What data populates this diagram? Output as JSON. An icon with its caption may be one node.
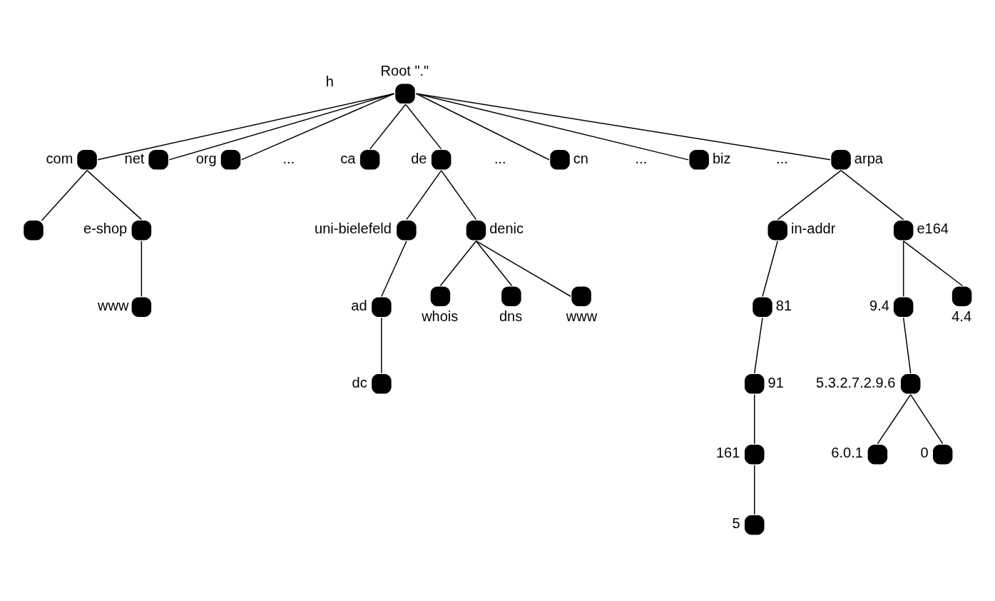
{
  "diagram": {
    "nodes": [
      {
        "text": [],
        "shape": "circle",
        "beside": [
          "Root \".\""
        ]
      },
      {
        "text": [],
        "shape": "circle",
        "beside": [
          "com"
        ]
      },
      {
        "text": [],
        "shape": "circle",
        "beside": [
          "net"
        ]
      },
      {
        "text": [],
        "shape": "circle",
        "beside": [
          "org"
        ]
      },
      {
        "text": [],
        "shape": "circle",
        "beside": [
          "ca"
        ]
      },
      {
        "text": [],
        "shape": "circle",
        "beside": [
          "de"
        ]
      },
      {
        "text": [],
        "shape": "circle",
        "beside": [
          "cn"
        ]
      },
      {
        "text": [],
        "shape": "circle",
        "beside": [
          "biz"
        ]
      },
      {
        "text": [],
        "shape": "circle",
        "beside": [
          "arpa"
        ]
      },
      {
        "text": [],
        "shape": "circle"
      },
      {
        "text": [],
        "shape": "circle",
        "beside": [
          "e-shop"
        ]
      },
      {
        "text": [],
        "shape": "circle",
        "beside": [
          "uni-bielefeld"
        ]
      },
      {
        "text": [],
        "shape": "circle",
        "beside": [
          "denic"
        ]
      },
      {
        "text": [],
        "shape": "circle",
        "beside": [
          "in-addr"
        ]
      },
      {
        "text": [],
        "shape": "circle",
        "beside": [
          "e164"
        ]
      },
      {
        "text": [],
        "shape": "circle",
        "beside": [
          "www"
        ]
      },
      {
        "text": [],
        "shape": "circle",
        "beside": [
          "ad"
        ]
      },
      {
        "text": [],
        "shape": "circle",
        "beside": [
          "whois"
        ]
      },
      {
        "text": [],
        "shape": "circle",
        "beside": [
          "dns"
        ]
      },
      {
        "text": [],
        "shape": "circle",
        "beside": [
          "www"
        ]
      },
      {
        "text": [],
        "shape": "circle",
        "beside": [
          "81"
        ]
      },
      {
        "text": [],
        "shape": "circle",
        "beside": [
          "9.4"
        ]
      },
      {
        "text": [],
        "shape": "circle",
        "beside": [
          "4.4"
        ]
      },
      {
        "text": [],
        "shape": "circle",
        "beside": [
          "dc"
        ]
      },
      {
        "text": [],
        "shape": "circle",
        "beside": [
          "91"
        ]
      },
      {
        "text": [],
        "shape": "circle",
        "beside": [
          "161"
        ]
      },
      {
        "text": [],
        "shape": "circle",
        "beside": [
          "5.3.2.7.2.9.6"
        ]
      },
      {
        "text": [],
        "shape": "circle",
        "beside": [
          "5"
        ]
      },
      {
        "text": [],
        "shape": "circle",
        "beside": [
          "6.0.1"
        ]
      },
      {
        "text": [],
        "shape": "circle",
        "beside": [
          "0"
        ]
      }
    ],
    "edges": [
      {
        "from": 0,
        "to": 1,
        "arrow": "none"
      },
      {
        "from": 0,
        "to": 2,
        "arrow": "none"
      },
      {
        "from": 0,
        "to": 3,
        "arrow": "none"
      },
      {
        "from": 0,
        "to": 4,
        "arrow": "none"
      },
      {
        "from": 0,
        "to": 5,
        "arrow": "none"
      },
      {
        "from": 0,
        "to": 6,
        "arrow": "none"
      },
      {
        "from": 0,
        "to": 7,
        "arrow": "none"
      },
      {
        "from": 0,
        "to": 8,
        "arrow": "none"
      },
      {
        "from": 1,
        "to": 9,
        "arrow": "none"
      },
      {
        "from": 1,
        "to": 10,
        "arrow": "none"
      },
      {
        "from": 5,
        "to": 11,
        "arrow": "none"
      },
      {
        "from": 5,
        "to": 12,
        "arrow": "none"
      },
      {
        "from": 8,
        "to": 13,
        "arrow": "none"
      },
      {
        "from": 8,
        "to": 14,
        "arrow": "none"
      },
      {
        "from": 10,
        "to": 15,
        "arrow": "none"
      },
      {
        "from": 11,
        "to": 16,
        "arrow": "none"
      },
      {
        "from": 12,
        "to": 17,
        "arrow": "none"
      },
      {
        "from": 12,
        "to": 18,
        "arrow": "none"
      },
      {
        "from": 12,
        "to": 19,
        "arrow": "none"
      },
      {
        "from": 13,
        "to": 20,
        "arrow": "none"
      },
      {
        "from": 14,
        "to": 21,
        "arrow": "none"
      },
      {
        "from": 14,
        "to": 22,
        "arrow": "none"
      },
      {
        "from": 16,
        "to": 23,
        "arrow": "none"
      },
      {
        "from": 20,
        "to": 24,
        "arrow": "none"
      },
      {
        "from": 24,
        "to": 25,
        "arrow": "none"
      },
      {
        "from": 21,
        "to": 26,
        "arrow": "none"
      },
      {
        "from": 25,
        "to": 27,
        "arrow": "none"
      },
      {
        "from": 26,
        "to": 28,
        "arrow": "none"
      },
      {
        "from": 26,
        "to": 29,
        "arrow": "none"
      }
    ],
    "labels": [
      "h",
      "...",
      "...",
      "...",
      "..."
    ]
  }
}
